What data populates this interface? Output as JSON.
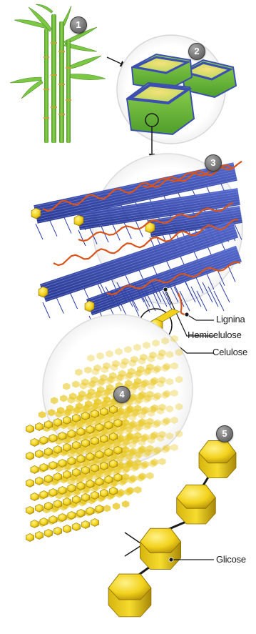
{
  "diagram": {
    "steps": [
      "1",
      "2",
      "3",
      "4",
      "5"
    ],
    "labels": {
      "lignina": "Lignina",
      "hemicelulose": "Hemicelulose",
      "celulose": "Celulose",
      "glicose": "Glicose"
    },
    "colors": {
      "plant_green": "#6fbf3a",
      "cell_wall_blue": "#3c4fb0",
      "cell_green": "#9bd35a",
      "cellulose_yellow": "#f2d21c",
      "lignin_orange": "#d9541a",
      "badge_gray": "#7a7a7a"
    }
  }
}
